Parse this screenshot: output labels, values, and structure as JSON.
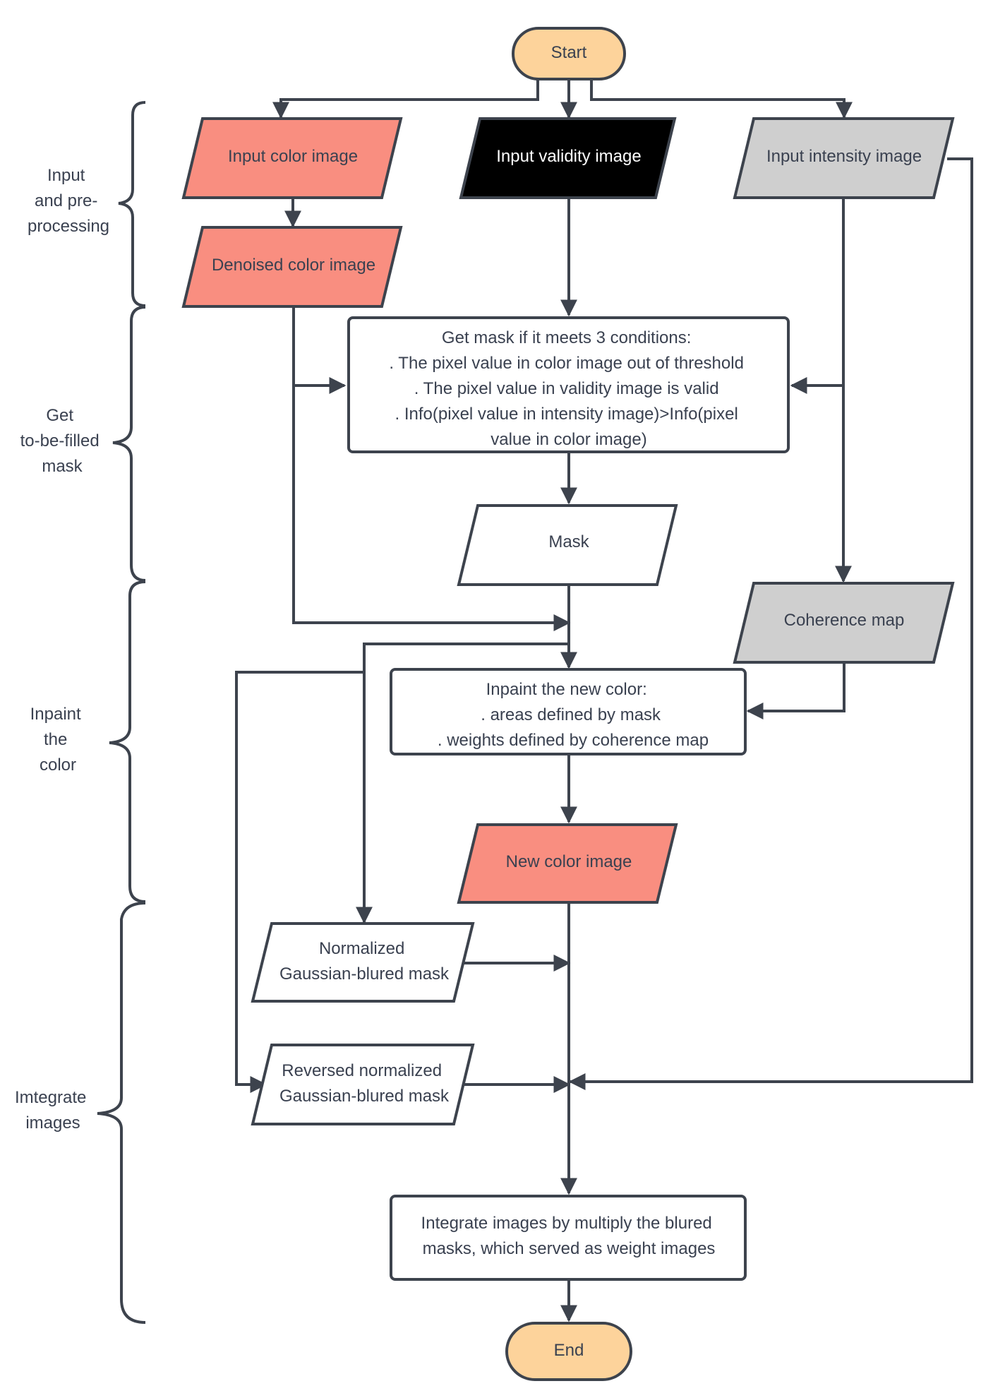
{
  "colors": {
    "terminal": "#fdd39b",
    "color_image": "#f98e80",
    "validity_image": "#000000",
    "intensity_image": "#cfcfcf",
    "plain": "#ffffff",
    "line": "#3d434d",
    "text": "#3a4150"
  },
  "stages": [
    {
      "lines": [
        "Input",
        "and pre-",
        "processing"
      ]
    },
    {
      "lines": [
        "Get",
        "to-be-filled",
        "mask"
      ]
    },
    {
      "lines": [
        "Inpaint",
        "the",
        "color"
      ]
    },
    {
      "lines": [
        "Imtegrate",
        "images"
      ]
    }
  ],
  "nodes": {
    "start": {
      "lines": [
        "Start"
      ]
    },
    "input_color": {
      "lines": [
        "Input color image"
      ]
    },
    "input_validity": {
      "lines": [
        "Input validity image"
      ]
    },
    "input_intensity": {
      "lines": [
        "Input intensity image"
      ]
    },
    "denoised_color": {
      "lines": [
        "Denoised color image"
      ]
    },
    "get_mask": {
      "lines": [
        "Get mask if it meets 3 conditions:",
        ". The pixel value in color image out of threshold",
        ". The pixel value in validity image is valid",
        ".  Info(pixel value in intensity image)>Info(pixel",
        "value in color image)"
      ]
    },
    "mask": {
      "lines": [
        "Mask"
      ]
    },
    "coherence_map": {
      "lines": [
        "Coherence map"
      ]
    },
    "inpaint": {
      "lines": [
        "Inpaint the new color:",
        ". areas defined by mask",
        ". weights defined by coherence map"
      ]
    },
    "new_color": {
      "lines": [
        "New color image"
      ]
    },
    "normalized_mask": {
      "lines": [
        "Normalized",
        "Gaussian-blured mask"
      ]
    },
    "reversed_mask": {
      "lines": [
        "Reversed normalized",
        "Gaussian-blured mask"
      ]
    },
    "integrate": {
      "lines": [
        "Integrate images by multiply the blured",
        "masks, which served as weight images"
      ]
    },
    "end": {
      "lines": [
        "End"
      ]
    }
  }
}
